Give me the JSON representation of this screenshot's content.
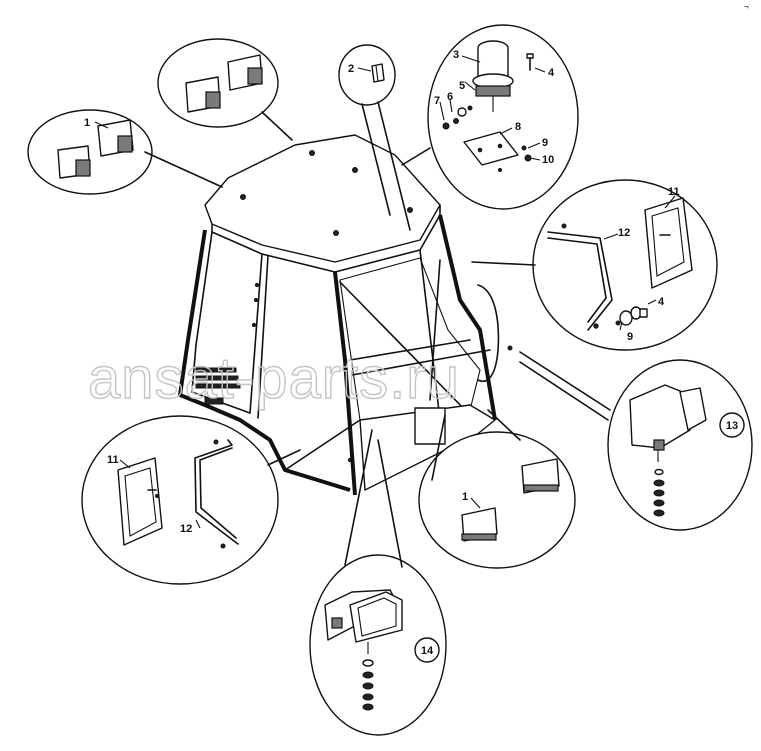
{
  "watermark": "ansat-parts.ru",
  "corner_mark": "¬",
  "callouts": {
    "c1a": "1",
    "c1b": "1",
    "c2": "2",
    "c3": "3",
    "c4a": "4",
    "c4b": "4",
    "c5": "5",
    "c6": "6",
    "c7": "7",
    "c8": "8",
    "c9a": "9",
    "c9b": "9",
    "c10": "10",
    "c11a": "11",
    "c11b": "11",
    "c12a": "12",
    "c12b": "12"
  },
  "circled": {
    "c13": "13",
    "c14": "14"
  }
}
